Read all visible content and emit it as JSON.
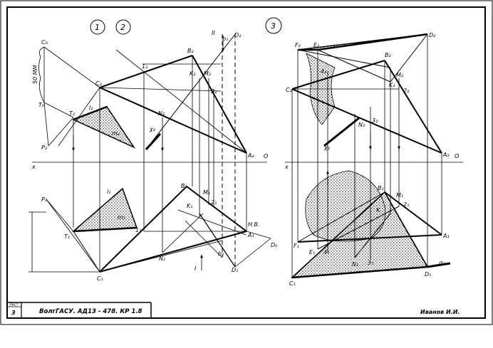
{
  "problem_numbers": [
    "1",
    "2",
    "3"
  ],
  "title_block": {
    "sheet_header": "Лист",
    "sheet_number": "3",
    "designation": "ВолгГАСУ. АД13 - 478. КР 1.8",
    "author": "Иванов И.И."
  },
  "dimension": {
    "label": "50 MM"
  },
  "labels_left": {
    "C0": "C₀",
    "T0": "T₀",
    "P2": "P₂",
    "C2": "C₂",
    "T2": "T₂",
    "l2": "l₂",
    "m2": "m₂",
    "x": "x",
    "P1": "P₁",
    "T1": "T₁",
    "l1": "l₁",
    "m1": "m₁",
    "C1": "C₁",
    "B2": "B₂",
    "1_2": "1₂",
    "N2": "N₂",
    "K2": "K₂",
    "M2": "M₂",
    "2_2": "2₂",
    "b1": "b₁",
    "D2": "D₂",
    "II": "II",
    "A2": "A₂",
    "O": "O",
    "B1": "B₁",
    "M1": "M₁",
    "K1": "K₁",
    "2_1": "2₁",
    "1_1": "1₁",
    "A1": "A₁",
    "NV": "Н.В.",
    "D0": "D₀",
    "N1": "N₁",
    "b2": "b₂",
    "D1": "D₁",
    "I": "I",
    "X2": "χ₂"
  },
  "labels_right": {
    "F2": "F₂",
    "E2": "E₂",
    "D2": "D₂",
    "B2": "B₂",
    "4_2": "4₂",
    "M2": "M₂",
    "K2": "K₂",
    "C2": "C₂",
    "2_2": "2₂",
    "N2": "N₂",
    "3_2": "3₂",
    "A2": "A₂",
    "O": "O",
    "x": "x",
    "X2": "χ₂",
    "B1": "B₁",
    "M1": "M₁",
    "2_1": "2₁",
    "K": "K",
    "A1": "A₁",
    "F1": "F₁",
    "E1": "E₁",
    "4_1": "4₁",
    "N1": "N₁",
    "3_1": "3₁",
    "D1": "D₁",
    "sigma1": "σ₁",
    "C1": "C₁"
  },
  "colors": {
    "ink": "#000000",
    "paper": "#ffffff"
  }
}
